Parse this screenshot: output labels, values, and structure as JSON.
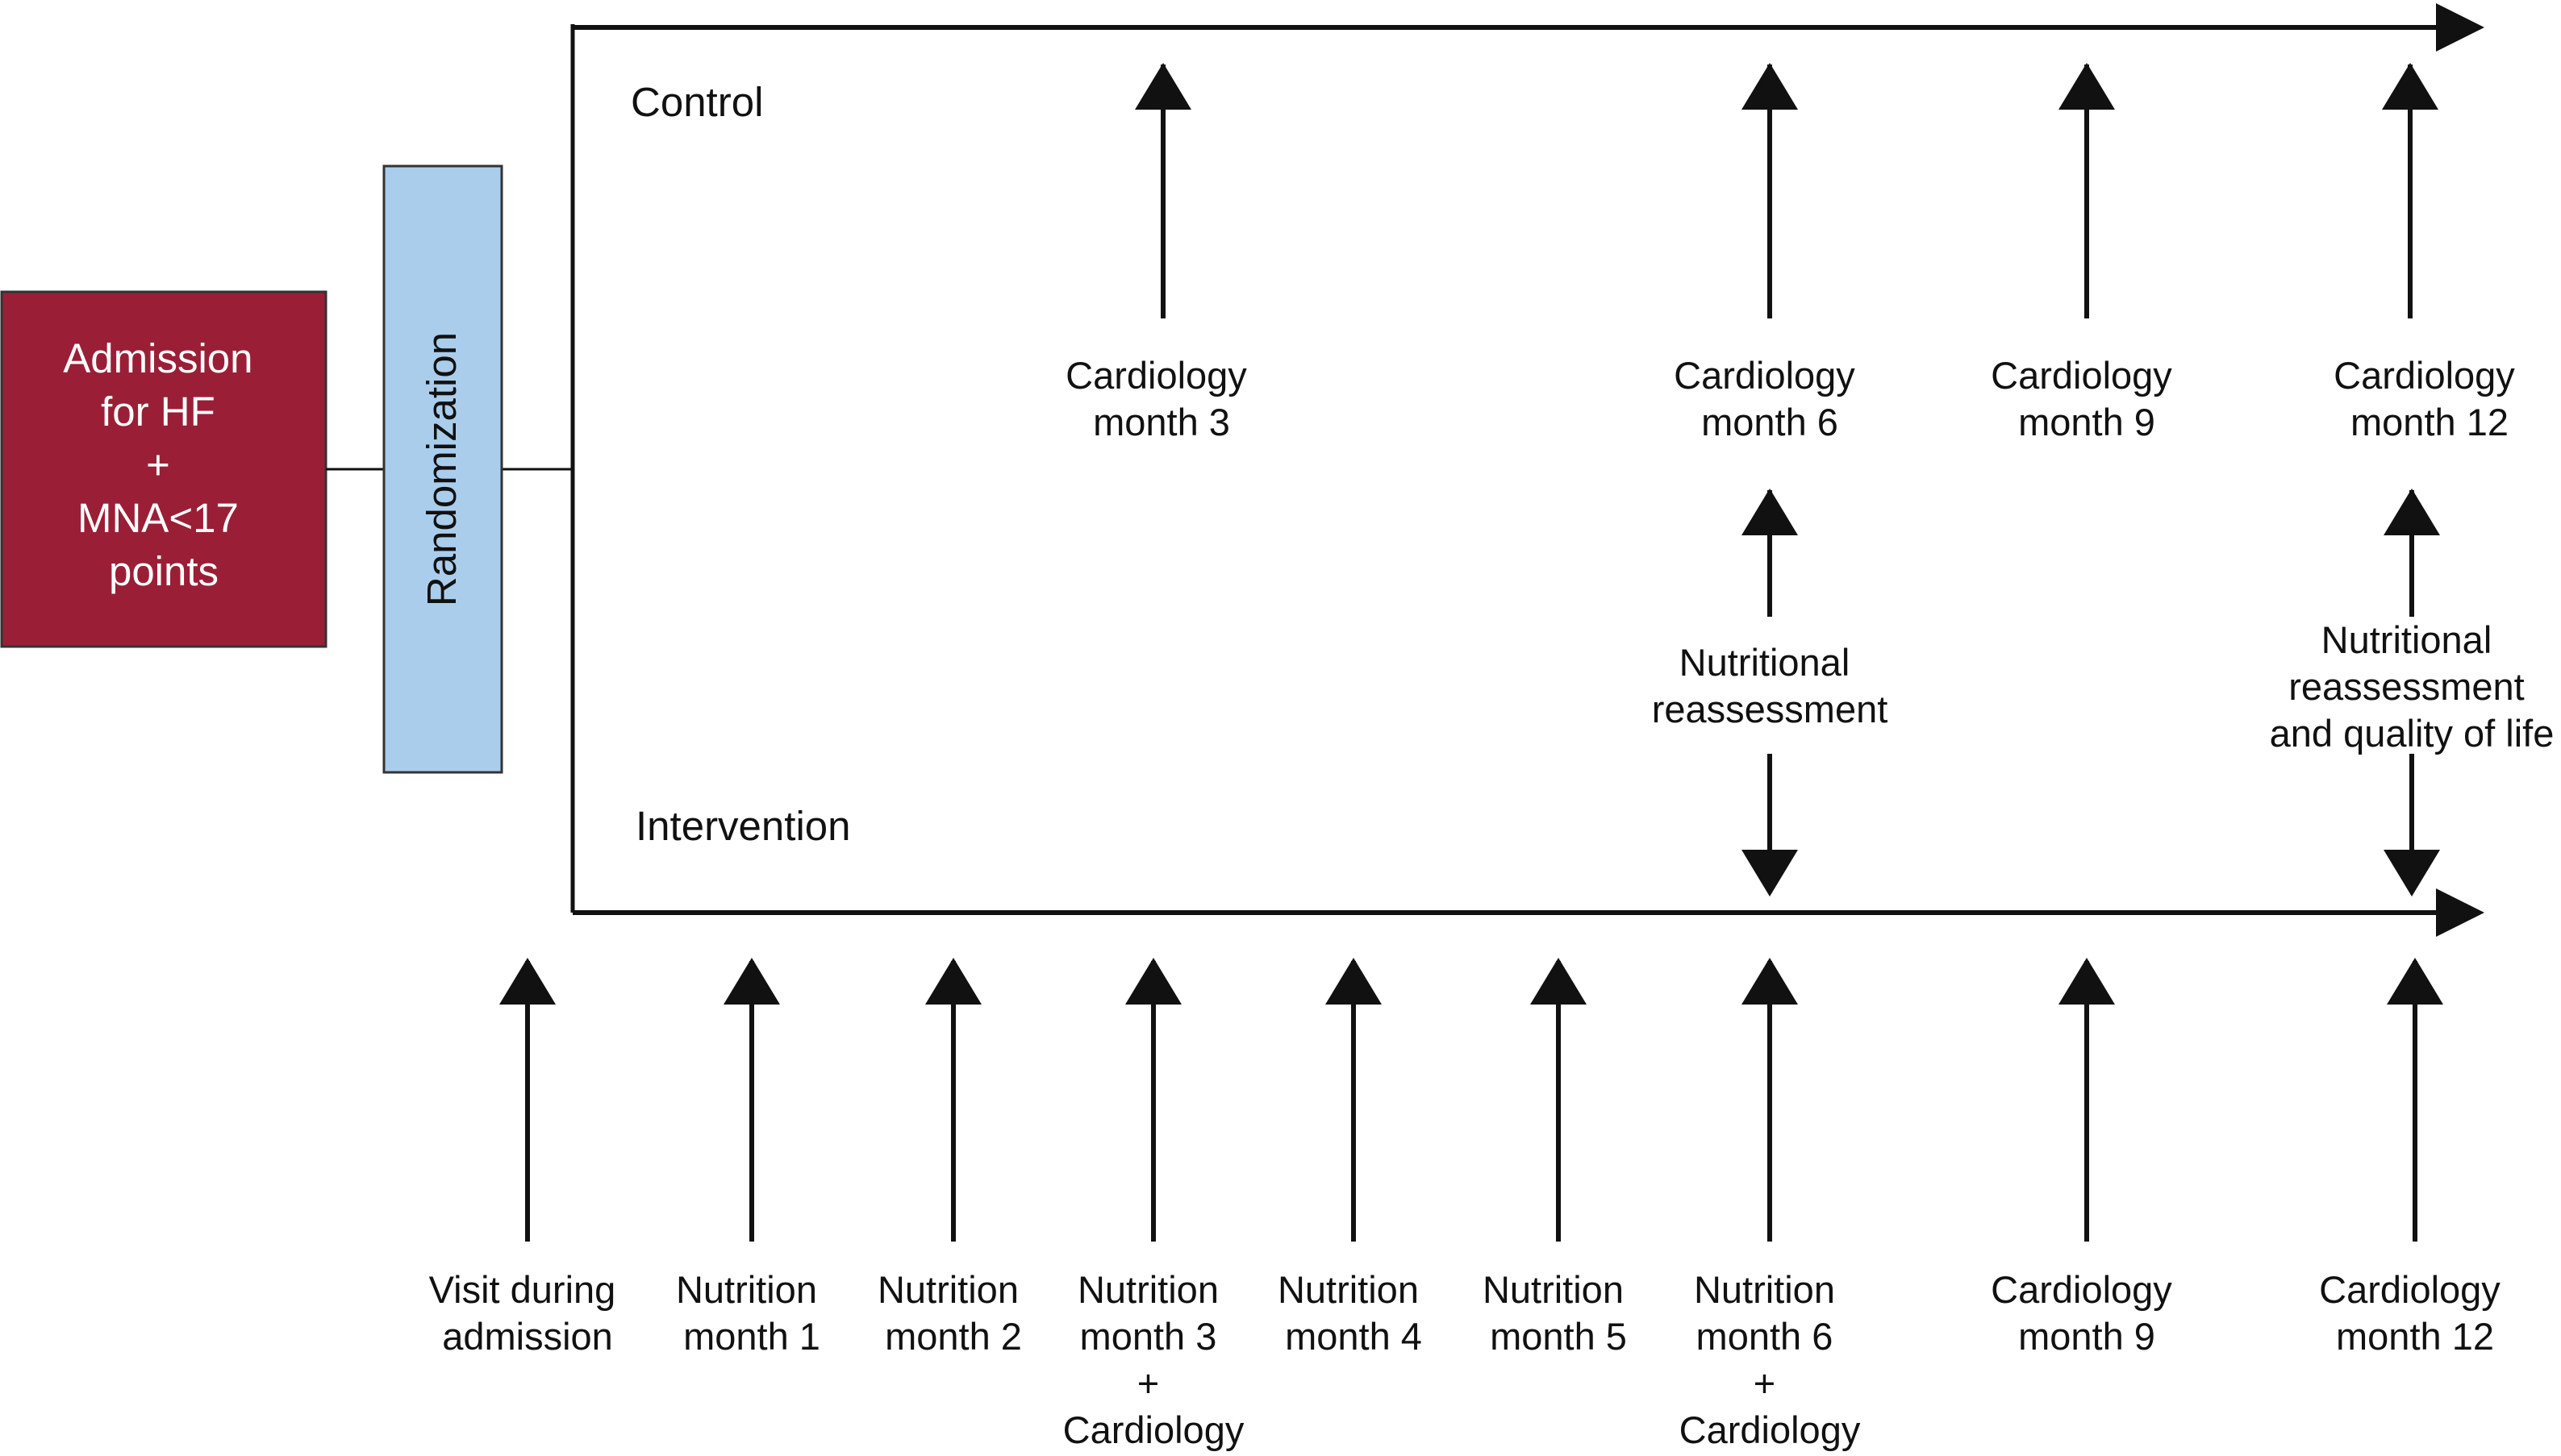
{
  "admission": {
    "lines": [
      "Admission",
      "for HF",
      "+",
      "MNA<17",
      "points"
    ],
    "color": "#9a1f36"
  },
  "randomization": {
    "label": "Randomization",
    "color": "#aacdec"
  },
  "control": {
    "label": "Control",
    "events": [
      {
        "lines": [
          "Cardiology",
          "month 3"
        ]
      },
      {
        "lines": [
          "Cardiology",
          "month 6"
        ]
      },
      {
        "lines": [
          "Cardiology",
          "month 9"
        ]
      },
      {
        "lines": [
          "Cardiology",
          "month 12"
        ]
      }
    ]
  },
  "shared": [
    {
      "lines": [
        "Nutritional",
        "reassessment"
      ]
    },
    {
      "lines": [
        "Nutritional",
        "reassessment",
        "and quality of life"
      ]
    }
  ],
  "intervention": {
    "label": "Intervention",
    "events": [
      {
        "lines": [
          "Visit during",
          "admission"
        ]
      },
      {
        "lines": [
          "Nutrition",
          "month 1"
        ]
      },
      {
        "lines": [
          "Nutrition",
          "month 2"
        ]
      },
      {
        "lines": [
          "Nutrition",
          "month 3",
          "+",
          "Cardiology"
        ]
      },
      {
        "lines": [
          "Nutrition",
          "month 4"
        ]
      },
      {
        "lines": [
          "Nutrition",
          "month 5"
        ]
      },
      {
        "lines": [
          "Nutrition",
          "month 6",
          "+",
          "Cardiology"
        ]
      },
      {
        "lines": [
          "Cardiology",
          "month 9"
        ]
      },
      {
        "lines": [
          "Cardiology",
          "month 12"
        ]
      }
    ]
  }
}
